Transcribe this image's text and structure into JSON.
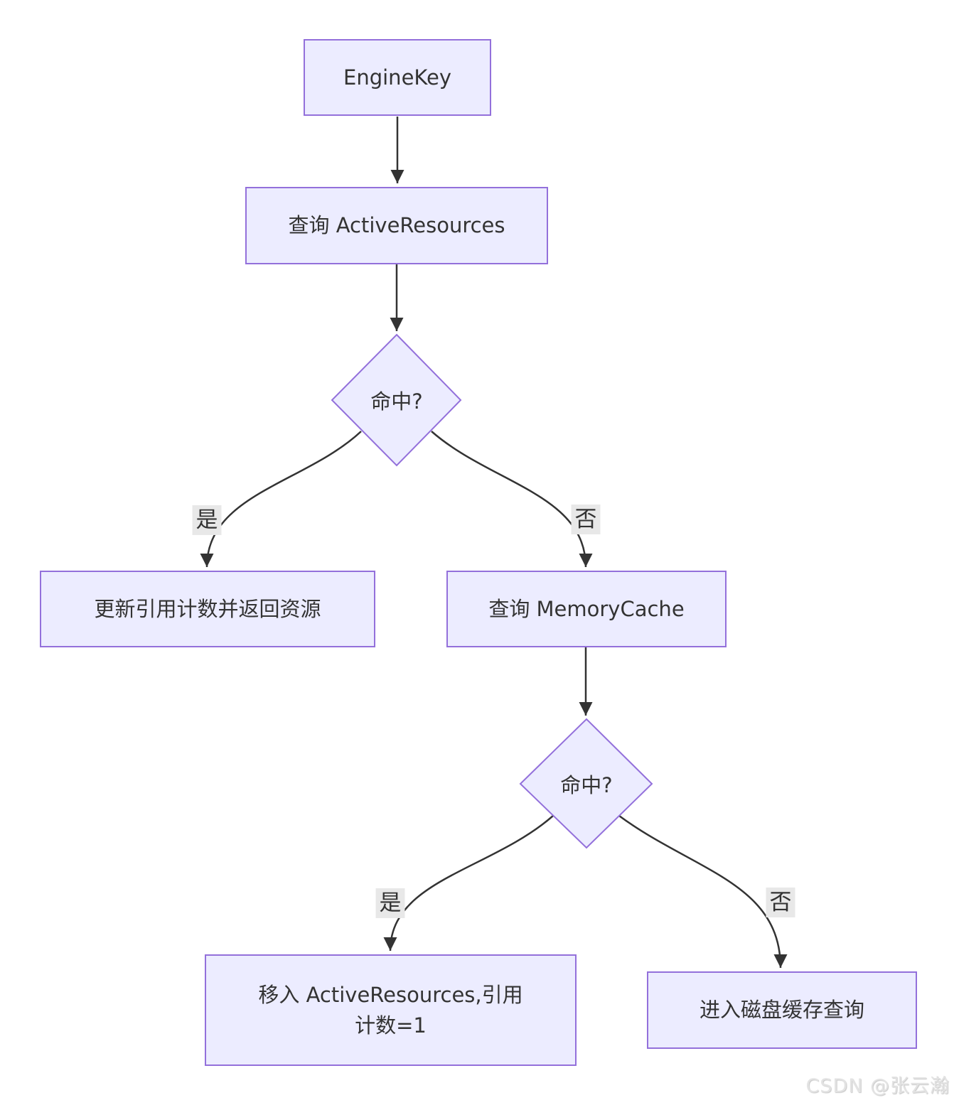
{
  "diagram": {
    "nodes": {
      "engine_key": {
        "label": "EngineKey"
      },
      "query_active_resources": {
        "label": "查询 ActiveResources"
      },
      "hit_check_1": {
        "label": "命中?"
      },
      "update_ref_count": {
        "label": "更新引用计数并返回资源"
      },
      "query_memory_cache": {
        "label": "查询 MemoryCache"
      },
      "hit_check_2": {
        "label": "命中?"
      },
      "move_to_active": {
        "label": "移入 ActiveResources,引用计数=1",
        "lines": [
          "移入 ActiveResources,引用",
          "计数=1"
        ]
      },
      "disk_cache_lookup": {
        "label": "进入磁盘缓存查询"
      }
    },
    "edge_labels": {
      "yes_1": "是",
      "no_1": "否",
      "yes_2": "是",
      "no_2": "否"
    },
    "colors": {
      "node_fill": "#ECECFF",
      "node_border": "#9370DB",
      "edge_stroke": "#333333",
      "edge_label_bg": "#E8E8E8",
      "text": "#333333"
    }
  },
  "watermark": "CSDN @张云瀚"
}
